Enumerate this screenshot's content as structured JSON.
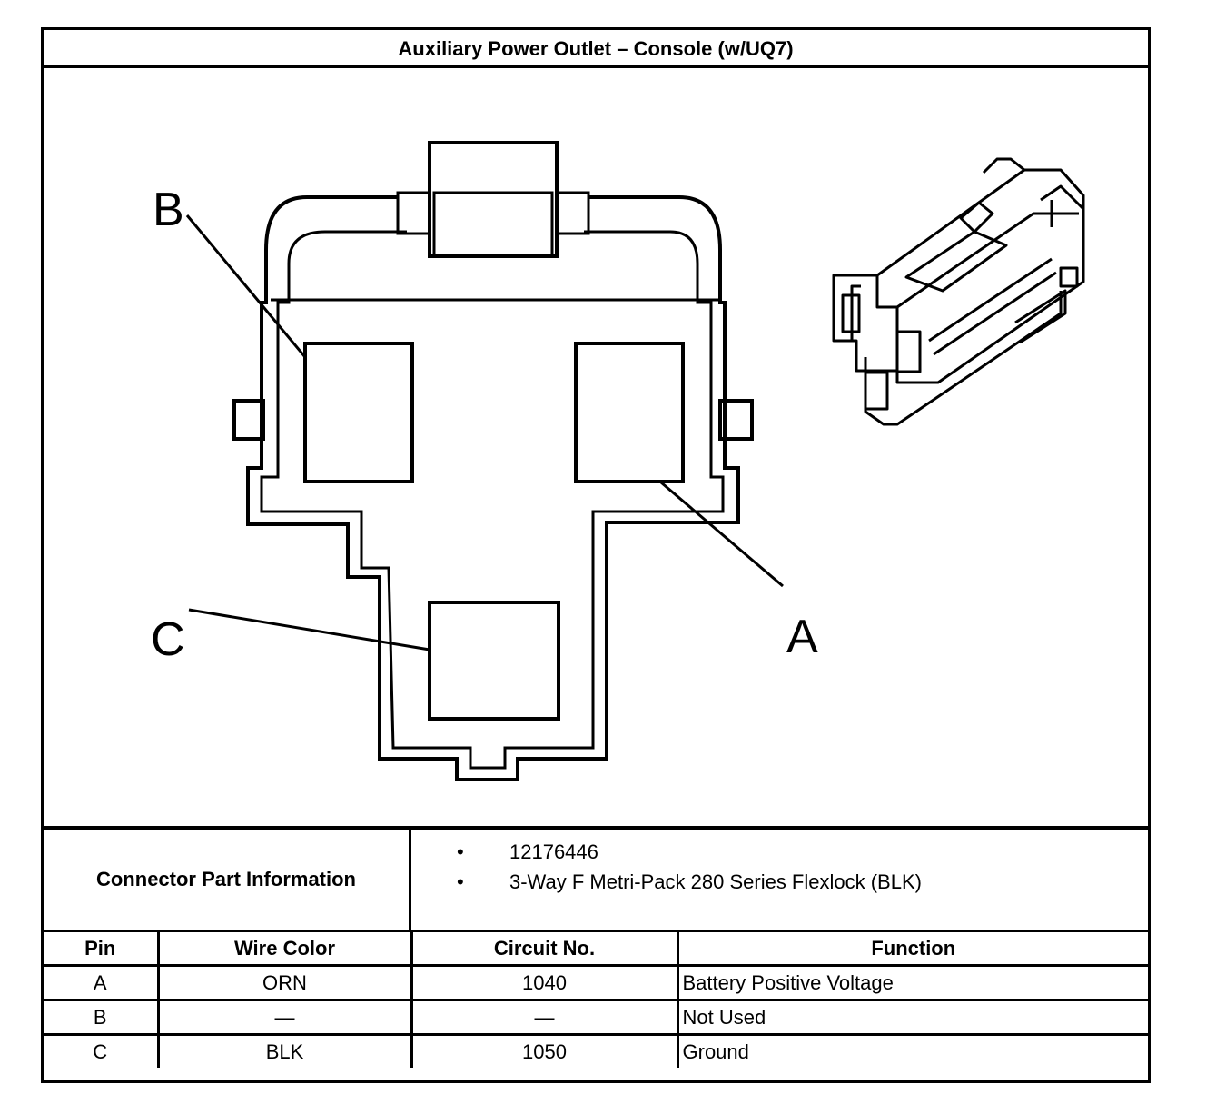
{
  "title": "Auxiliary Power Outlet – Console (w/UQ7)",
  "diagram": {
    "pin_labels": [
      "A",
      "B",
      "C"
    ]
  },
  "connector_info": {
    "label": "Connector Part Information",
    "items": [
      "12176446",
      "3-Way F Metri-Pack 280 Series Flexlock (BLK)"
    ]
  },
  "table": {
    "headers": [
      "Pin",
      "Wire Color",
      "Circuit No.",
      "Function"
    ],
    "rows": [
      {
        "pin": "A",
        "wire_color": "ORN",
        "circuit": "1040",
        "function": "Battery Positive Voltage"
      },
      {
        "pin": "B",
        "wire_color": "—",
        "circuit": "—",
        "function": "Not Used"
      },
      {
        "pin": "C",
        "wire_color": "BLK",
        "circuit": "1050",
        "function": "Ground"
      }
    ]
  }
}
